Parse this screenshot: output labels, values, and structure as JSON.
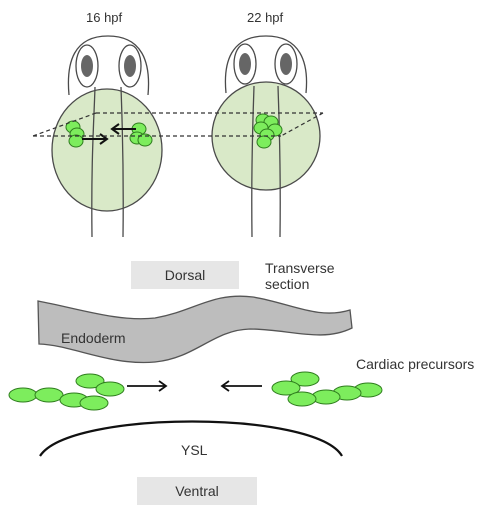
{
  "stages": [
    {
      "label": "16 hpf"
    },
    {
      "label": "22 hpf"
    }
  ],
  "section": {
    "dorsal_label": "Dorsal",
    "ventral_label": "Ventral",
    "transverse_line1": "Transverse",
    "transverse_line2": "section",
    "endoderm_label": "Endoderm",
    "cardiac_label": "Cardiac precursors",
    "ysl_label": "YSL"
  },
  "colors": {
    "cell_fill": "#7ded5d",
    "cell_stroke": "#2f7d1e",
    "yolk_fill": "#d9e9c8",
    "endoderm_fill": "#bdbdbd",
    "label_box": "#e6e6e6",
    "eye": "#666666"
  }
}
